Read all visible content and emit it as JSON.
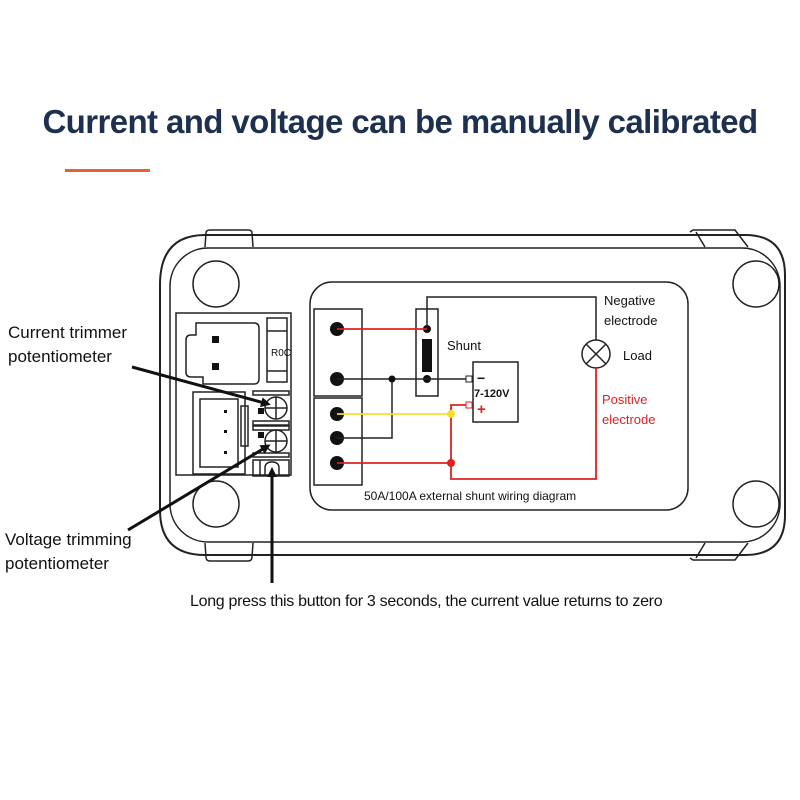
{
  "title": "Current and voltage can be manually calibrated",
  "colors": {
    "title": "#1e3050",
    "accent_underline": "#e8603a",
    "wire_red": "#e02020",
    "wire_yellow": "#f0e030",
    "wire_black": "#222222",
    "positive_label": "#e02020"
  },
  "callouts": {
    "current_trimmer": [
      "Current trimmer",
      "potentiometer"
    ],
    "voltage_trimmer": [
      "Voltage trimming",
      "potentiometer"
    ],
    "zero_button": "Long press this button for 3 seconds, the current value returns to zero"
  },
  "module": {
    "relay_label": "R0C"
  },
  "wiring_diagram": {
    "caption": "50A/100A external shunt wiring diagram",
    "shunt_label": "Shunt",
    "supply": {
      "minus": "−",
      "voltage": "7-120V",
      "plus": "+"
    },
    "load_label": "Load",
    "negative_label": [
      "Negative",
      "electrode"
    ],
    "positive_label": [
      "Positive",
      "electrode"
    ]
  },
  "icons": {
    "load": "lamp-icon",
    "potentiometer": "potentiometer-icon",
    "button": "push-button-icon",
    "arrow": "arrow-icon"
  }
}
